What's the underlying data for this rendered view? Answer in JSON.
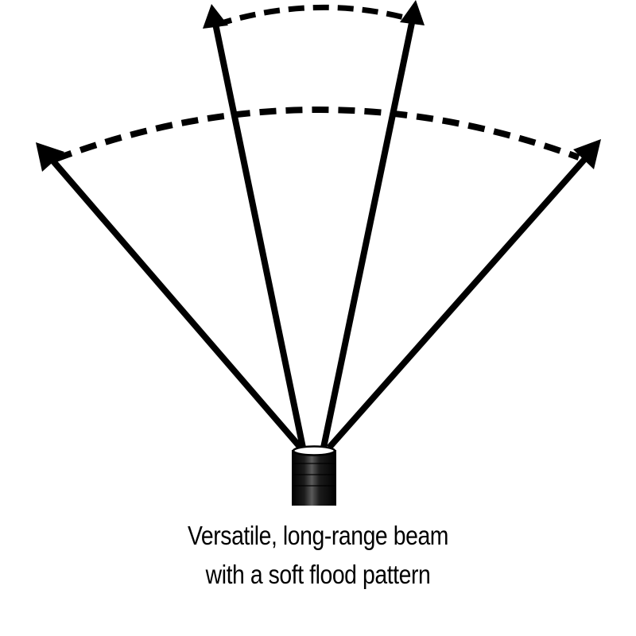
{
  "caption": {
    "line1": "Versatile, long-range beam",
    "line2": "with a soft flood pattern"
  },
  "colors": {
    "ink": "#000000",
    "background": "#ffffff",
    "lens": "#ffffff",
    "flashlight_highlight": "#5a5a5a"
  },
  "icons": {
    "light_source": "flashlight-icon",
    "beam_ray": "arrow-icon",
    "beam_spread": "dashed-arc"
  }
}
